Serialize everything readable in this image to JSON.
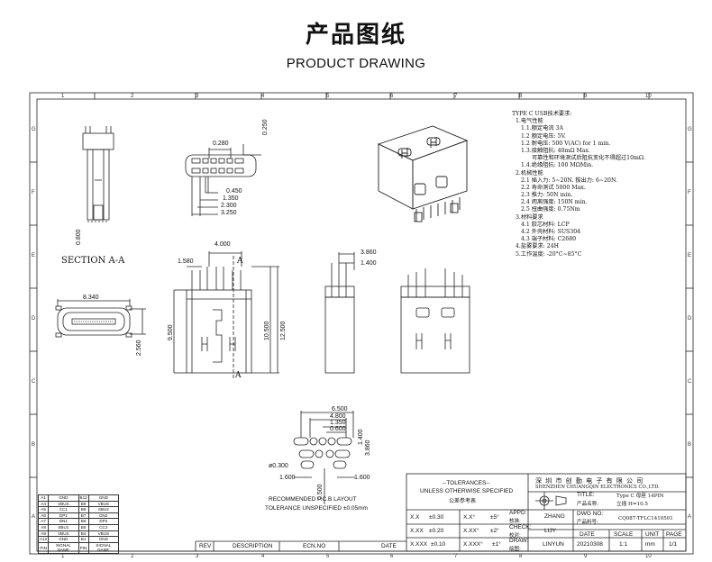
{
  "header": {
    "title_cn": "产品图纸",
    "title_en": "PRODUCT DRAWING"
  },
  "grid": {
    "cols": [
      "1",
      "2",
      "3",
      "4",
      "5",
      "6",
      "7",
      "8",
      "9",
      "10"
    ],
    "rows": [
      "A",
      "B",
      "C",
      "D",
      "E",
      "F"
    ],
    "rows_left": [
      "G",
      "F",
      "E",
      "D",
      "C",
      "B",
      "A"
    ]
  },
  "spec": {
    "lines": [
      "TYPE C USB技术要求:",
      "1.电气性能",
      "1.1.额定电流 3A",
      "1.2 额定电压: 5V.",
      "1.2 耐电压: 500 V(AC) for 1 min.",
      "1.3.接触阻抗: 40mΩ Max.",
      "可靠性和环境测试后阻抗变化不得超过10mΩ.",
      "1.4.绝缘阻抗: 100 MΩMin.",
      "2.机械性能",
      "2.1 插入力: 5~20N. 拔出力: 6~20N.",
      "2.2 寿命测试 5000 Max.",
      "2.3 推力: 50N min.",
      "2.4 闹离强度: 150N min.",
      "2.5 扭曲强度: 0.75Nm",
      "3.材料要求",
      "4.1 胶芯材料: LCP",
      "4.2 外壳材料: SUS304",
      "4.3 端子材料: C2680",
      "4.盐雾要求: 24H",
      "5.工作温度: -20°C~85°C"
    ]
  },
  "views": {
    "section_label": "SECTION A-A",
    "section_marker": "A",
    "pcb_caption1": "RECOMMENDED P.C.B LAYOUT",
    "pcb_caption2": "TOLERANCE UNSPECIFIED ±0.05mm"
  },
  "dims": {
    "d0280": "0.280",
    "d0250": "0.250",
    "d0450": "0.450",
    "d1350": "1.350",
    "d2300": "2.300",
    "d3250": "3.250",
    "d0800": "0.800",
    "d4000": "4.000",
    "d1580": "1.580",
    "d9500": "9.500",
    "d10500": "10.500",
    "d12500": "12.500",
    "d3860": "3.860",
    "d1400": "1.400",
    "d8340": "8.340",
    "d2560": "2.560",
    "p6500": "6.500",
    "p4800": "4.800",
    "p1350": "1.350",
    "p0600": "0.600",
    "p1400": "1.400",
    "p3860": "3.860",
    "p0300": "ø0.300",
    "p1600a": "1.600",
    "p0500": "0.500",
    "p1600b": "1.600"
  },
  "pins": {
    "rows": [
      [
        "A1",
        "GND",
        "B12",
        "GND"
      ],
      [
        "A4",
        "VBUS",
        "B9",
        "VBUS"
      ],
      [
        "A5",
        "CC1",
        "B8",
        "SBU2"
      ],
      [
        "A6",
        "DP1",
        "B7",
        "DN2"
      ],
      [
        "A7",
        "DN1",
        "B6",
        "DP2"
      ],
      [
        "A8",
        "SBU1",
        "B5",
        "CC2"
      ],
      [
        "A9",
        "VBUS",
        "B4",
        "VBUS"
      ],
      [
        "A12",
        "GND",
        "B1",
        "GND"
      ],
      [
        "PIN",
        "SIGNAL NAME",
        "PIN",
        "SIGNAL NAME"
      ]
    ]
  },
  "revision": {
    "rev": "REV",
    "description": "DESCRIPTION",
    "ecn": "ECN.NO",
    "date": "DATE"
  },
  "tolerances": {
    "heading": "--TOLERANCES--",
    "line1": "UNLESS OTHERWISE SPECIFIED",
    "line2": "公差参考表",
    "rows": [
      [
        "X.X",
        "±0.30",
        "X.X°",
        "±5°"
      ],
      [
        "X.XX",
        "±0.20",
        "X.XX°",
        "±2°"
      ],
      [
        "X.XXX",
        "±0.10",
        "X.XXX°",
        "±1°"
      ]
    ]
  },
  "titleblock": {
    "company_cn": "深 圳 市 创 勤 电 子 有 限 公 司",
    "company_en": "SHENZHEN CHUANGQIN ELECTRONICS CO.,LTD.",
    "title_label": "TITLE:",
    "title_label_cn": "产品名称:",
    "title_value1": "Type C 母座 14PIN",
    "title_value2": "立插 H=10.5",
    "appd_label": "APPD:",
    "appd_label_cn": "核准:",
    "appd_value": "ZHANG",
    "dwg_label": "DWG NO:",
    "dwg_label_cn": "产品料号:",
    "dwg_value": "CQ087-TFLC1410501",
    "check_label": "CHECK:",
    "check_label_cn": "校对:",
    "check_value": "LIJY",
    "draw_label": "DRAW:",
    "draw_label_cn": "绘图:",
    "draw_value": "LINYUN",
    "date_label": "DATE",
    "scale_label": "SCALE",
    "unit_label": "UNIT",
    "page_label": "PAGE",
    "date_value": "20210308",
    "scale_value": "1:1",
    "unit_value": "mm",
    "page_value": "1/1"
  }
}
